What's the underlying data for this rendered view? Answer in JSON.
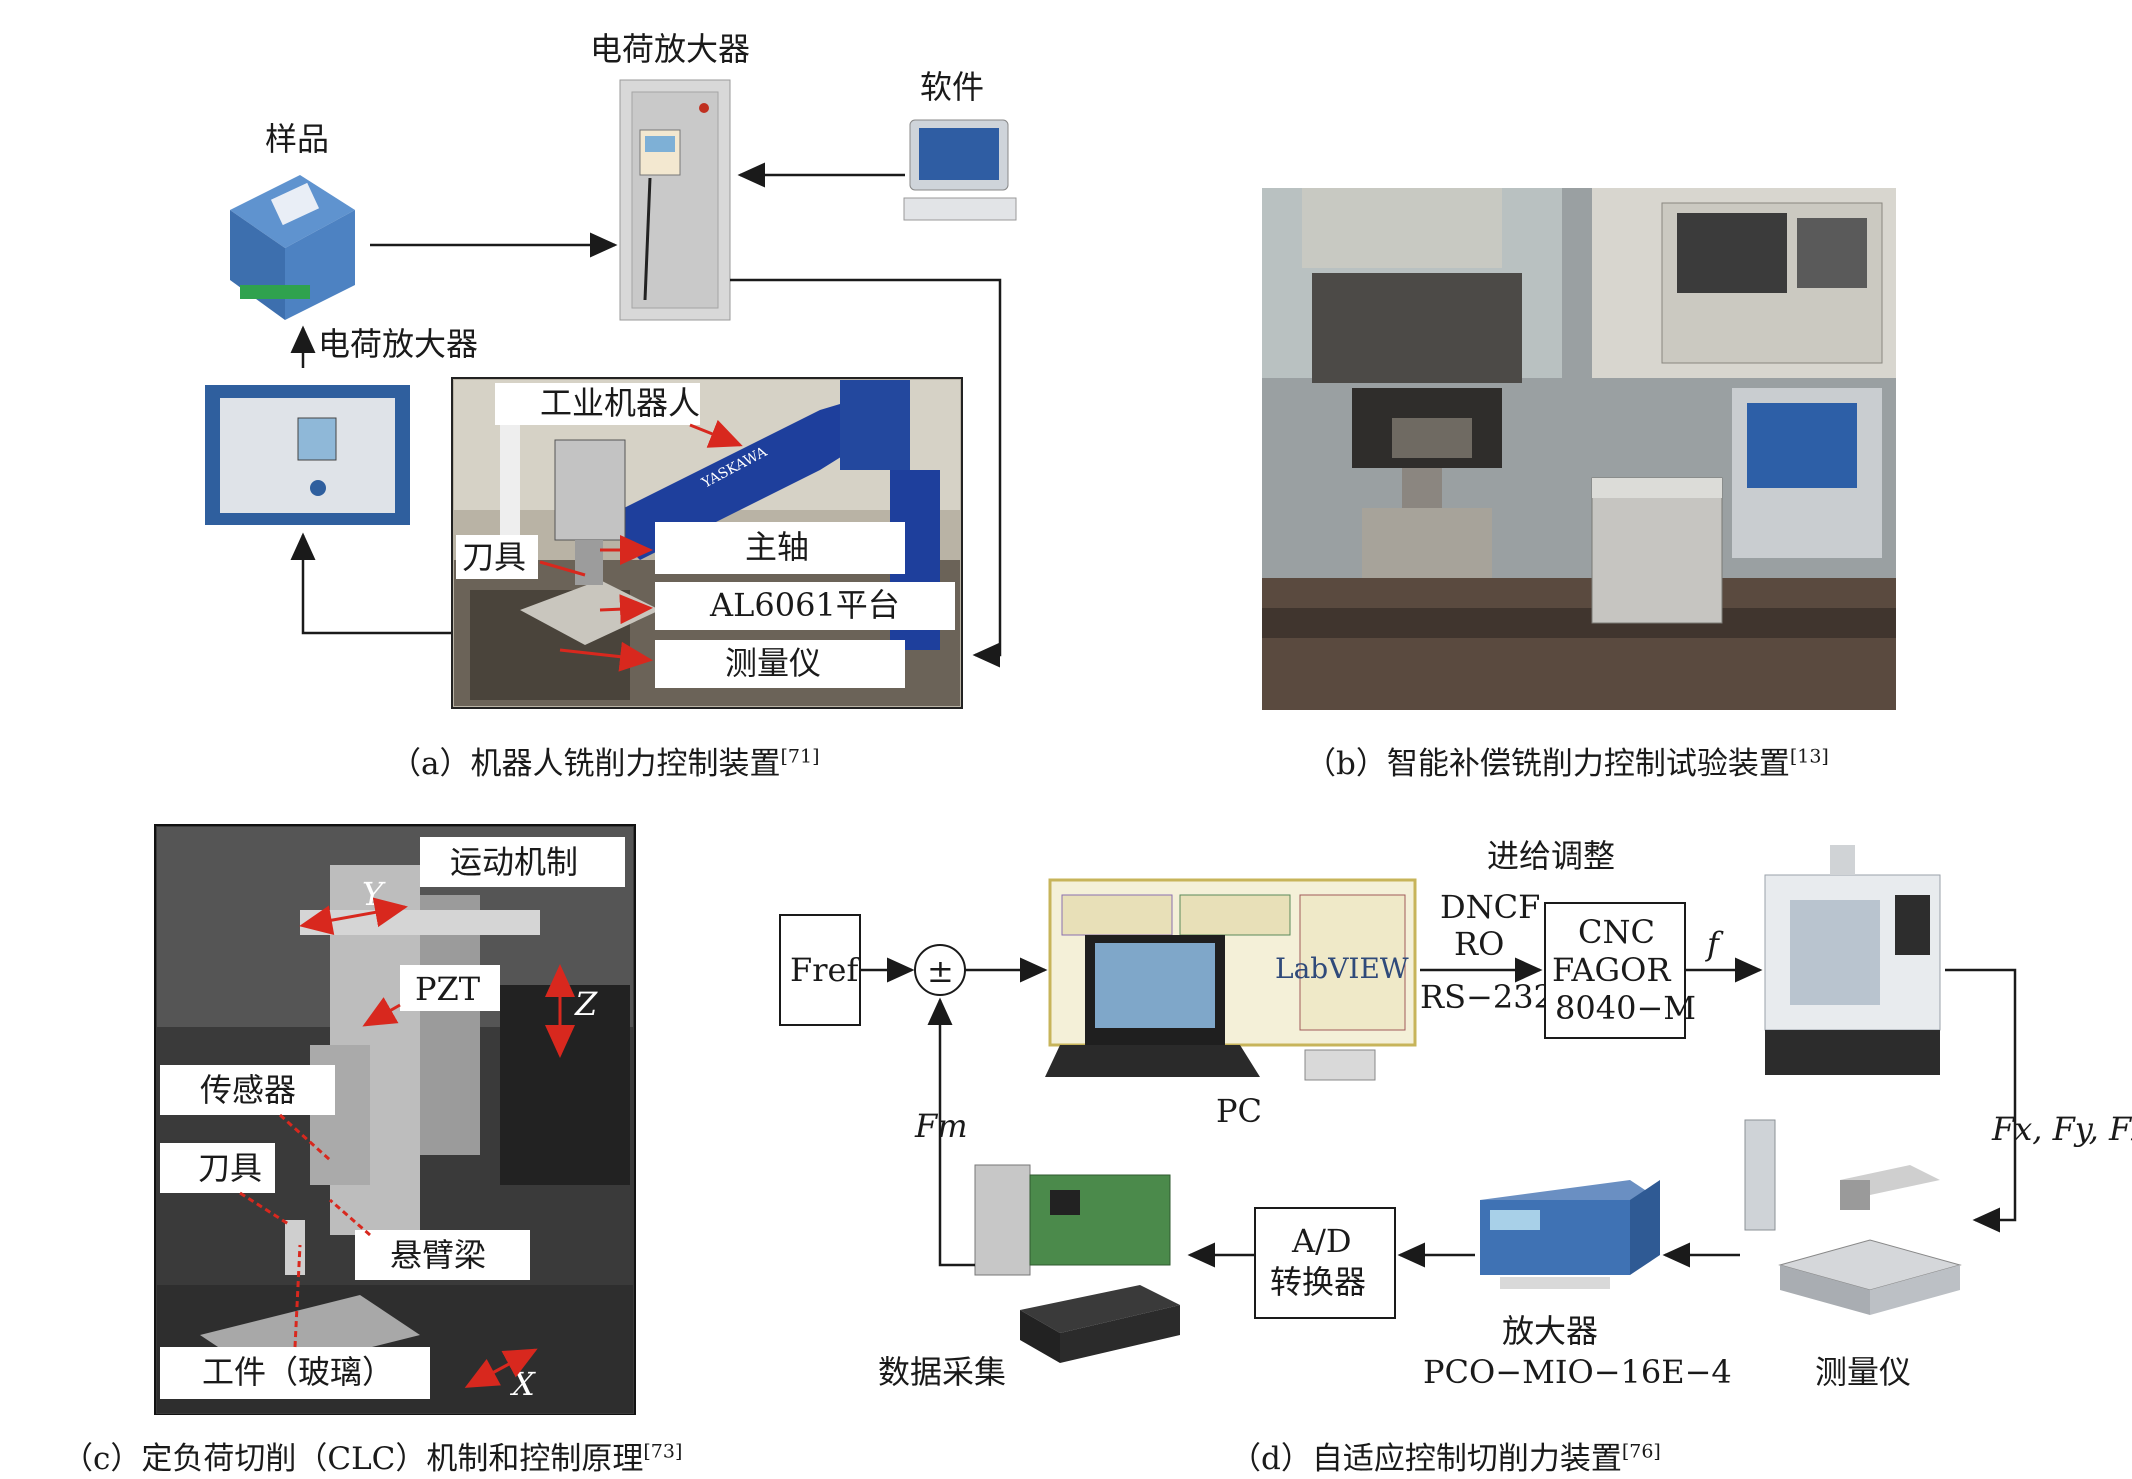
{
  "panel_a": {
    "sample_label": "样品",
    "charge_amp_top_label": "电荷放大器",
    "software_label": "软件",
    "charge_amp_left_label": "电荷放大器",
    "robot_label": "工业机器人",
    "spindle_label": "主轴",
    "tool_label": "刀具",
    "platform_label": "AL6061平台",
    "gauge_label": "测量仪",
    "caption": "（a）机器人铣削力控制装置",
    "caption_ref": "[71]",
    "robot_brand": "YASKAWA"
  },
  "panel_b": {
    "caption": "（b）智能补偿铣削力控制试验装置",
    "caption_ref": "[13]"
  },
  "panel_c": {
    "motion_label": "运动机制",
    "axis_y": "Y",
    "pzt_label": "PZT",
    "axis_z": "Z",
    "sensor_label": "传感器",
    "tool_label": "刀具",
    "cantilever_label": "悬臂梁",
    "workpiece_label": "工件（玻璃）",
    "axis_x": "X",
    "caption": "（c）定负荷切削（CLC）机制和控制原理",
    "caption_ref": "[73]"
  },
  "panel_d": {
    "fref_label": "Fref",
    "sum_symbol": "±",
    "labview_label": "LabVIEW",
    "pc_label": "PC",
    "feed_adjust_label": "进给调整",
    "dncf_label": "DNCF",
    "ro_label": "RO",
    "rs232_label": "RS−232",
    "cnc_line1": "CNC",
    "cnc_line2": "FAGOR",
    "cnc_line3": "8040−M",
    "f_label": "f",
    "force_label": "Fx, Fy, Fz",
    "fm_label": "Fm",
    "adc_line1": "A/D",
    "adc_line2": "转换器",
    "amplifier_label": "放大器",
    "amplifier_model": "PCO−MIO−16E−4",
    "gauge_label": "测量仪",
    "daq_label": "数据采集",
    "caption": "（d）自适应控制切削力装置",
    "caption_ref": "[76]"
  },
  "colors": {
    "arrow": "#1a1a1a",
    "callout_red": "#d8281e",
    "robot_blue": "#1e3f9c",
    "device_blue": "#3f72b4"
  }
}
